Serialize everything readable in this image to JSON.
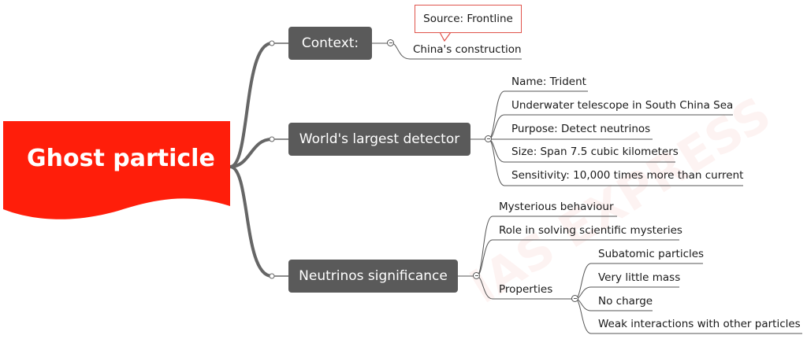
{
  "root": {
    "label": "Ghost particle",
    "color": "#ff1e0a"
  },
  "branches": [
    {
      "label": "Context:",
      "callout": "Source: Frontline",
      "children": [
        "China's construction"
      ]
    },
    {
      "label": "World's largest detector",
      "children": [
        "Name: Trident",
        "Underwater telescope in South China Sea",
        "Purpose: Detect neutrinos",
        "Size: Span 7.5 cubic kilometers",
        "Sensitivity: 10,000 times more than current"
      ]
    },
    {
      "label": "Neutrinos significance",
      "children": [
        "Mysterious behaviour",
        "Role in solving scientific mysteries",
        "Properties"
      ],
      "properties": [
        "Subatomic particles",
        "Very little mass",
        "No charge",
        "Weak interactions with other particles"
      ]
    }
  ],
  "colors": {
    "branch_fill": "#5a5a5a",
    "line": "#555555",
    "callout_border": "#e0544c"
  },
  "watermark": "IAS EXPRESS"
}
